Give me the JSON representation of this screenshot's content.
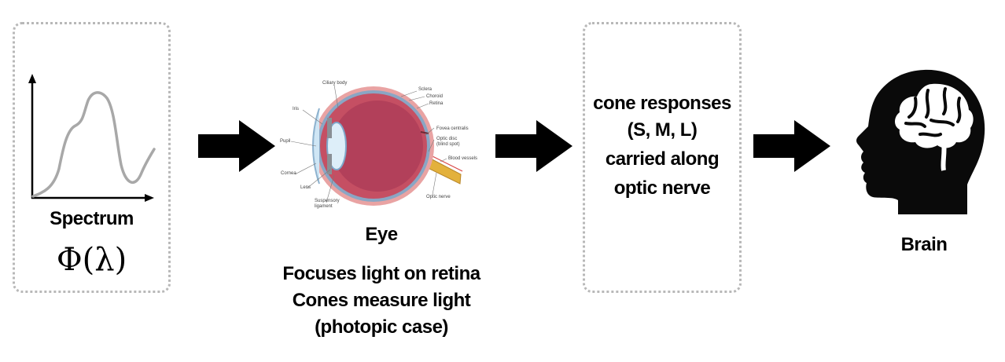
{
  "spectrum": {
    "title": "Spectrum",
    "formula": "Φ(λ)"
  },
  "eye": {
    "title": "Eye",
    "lines": [
      "Focuses light on retina",
      "Cones measure light",
      "(photopic case)"
    ],
    "anatomy_labels": {
      "ciliary_body": "Ciliary body",
      "iris": "Iris",
      "pupil": "Pupil",
      "cornea": "Cornea",
      "lens": "Lens",
      "suspensory_ligament_1": "Suspensory",
      "suspensory_ligament_2": "ligament",
      "sclera": "Sclera",
      "choroid": "Choroid",
      "retina": "Retina",
      "fovea": "Fovea centralis",
      "optic_disc_1": "Optic disc",
      "optic_disc_2": "(blind spot)",
      "blood_vessels": "Blood vessels",
      "optic_nerve": "Optic nerve"
    }
  },
  "cones": {
    "lines": [
      "cone responses",
      "(S, M, L)",
      "carried along",
      "optic nerve"
    ]
  },
  "brain": {
    "title": "Brain"
  },
  "colors": {
    "box_border": "#b8b8b8",
    "curve": "#a8a8a8",
    "arrow": "#000000"
  }
}
